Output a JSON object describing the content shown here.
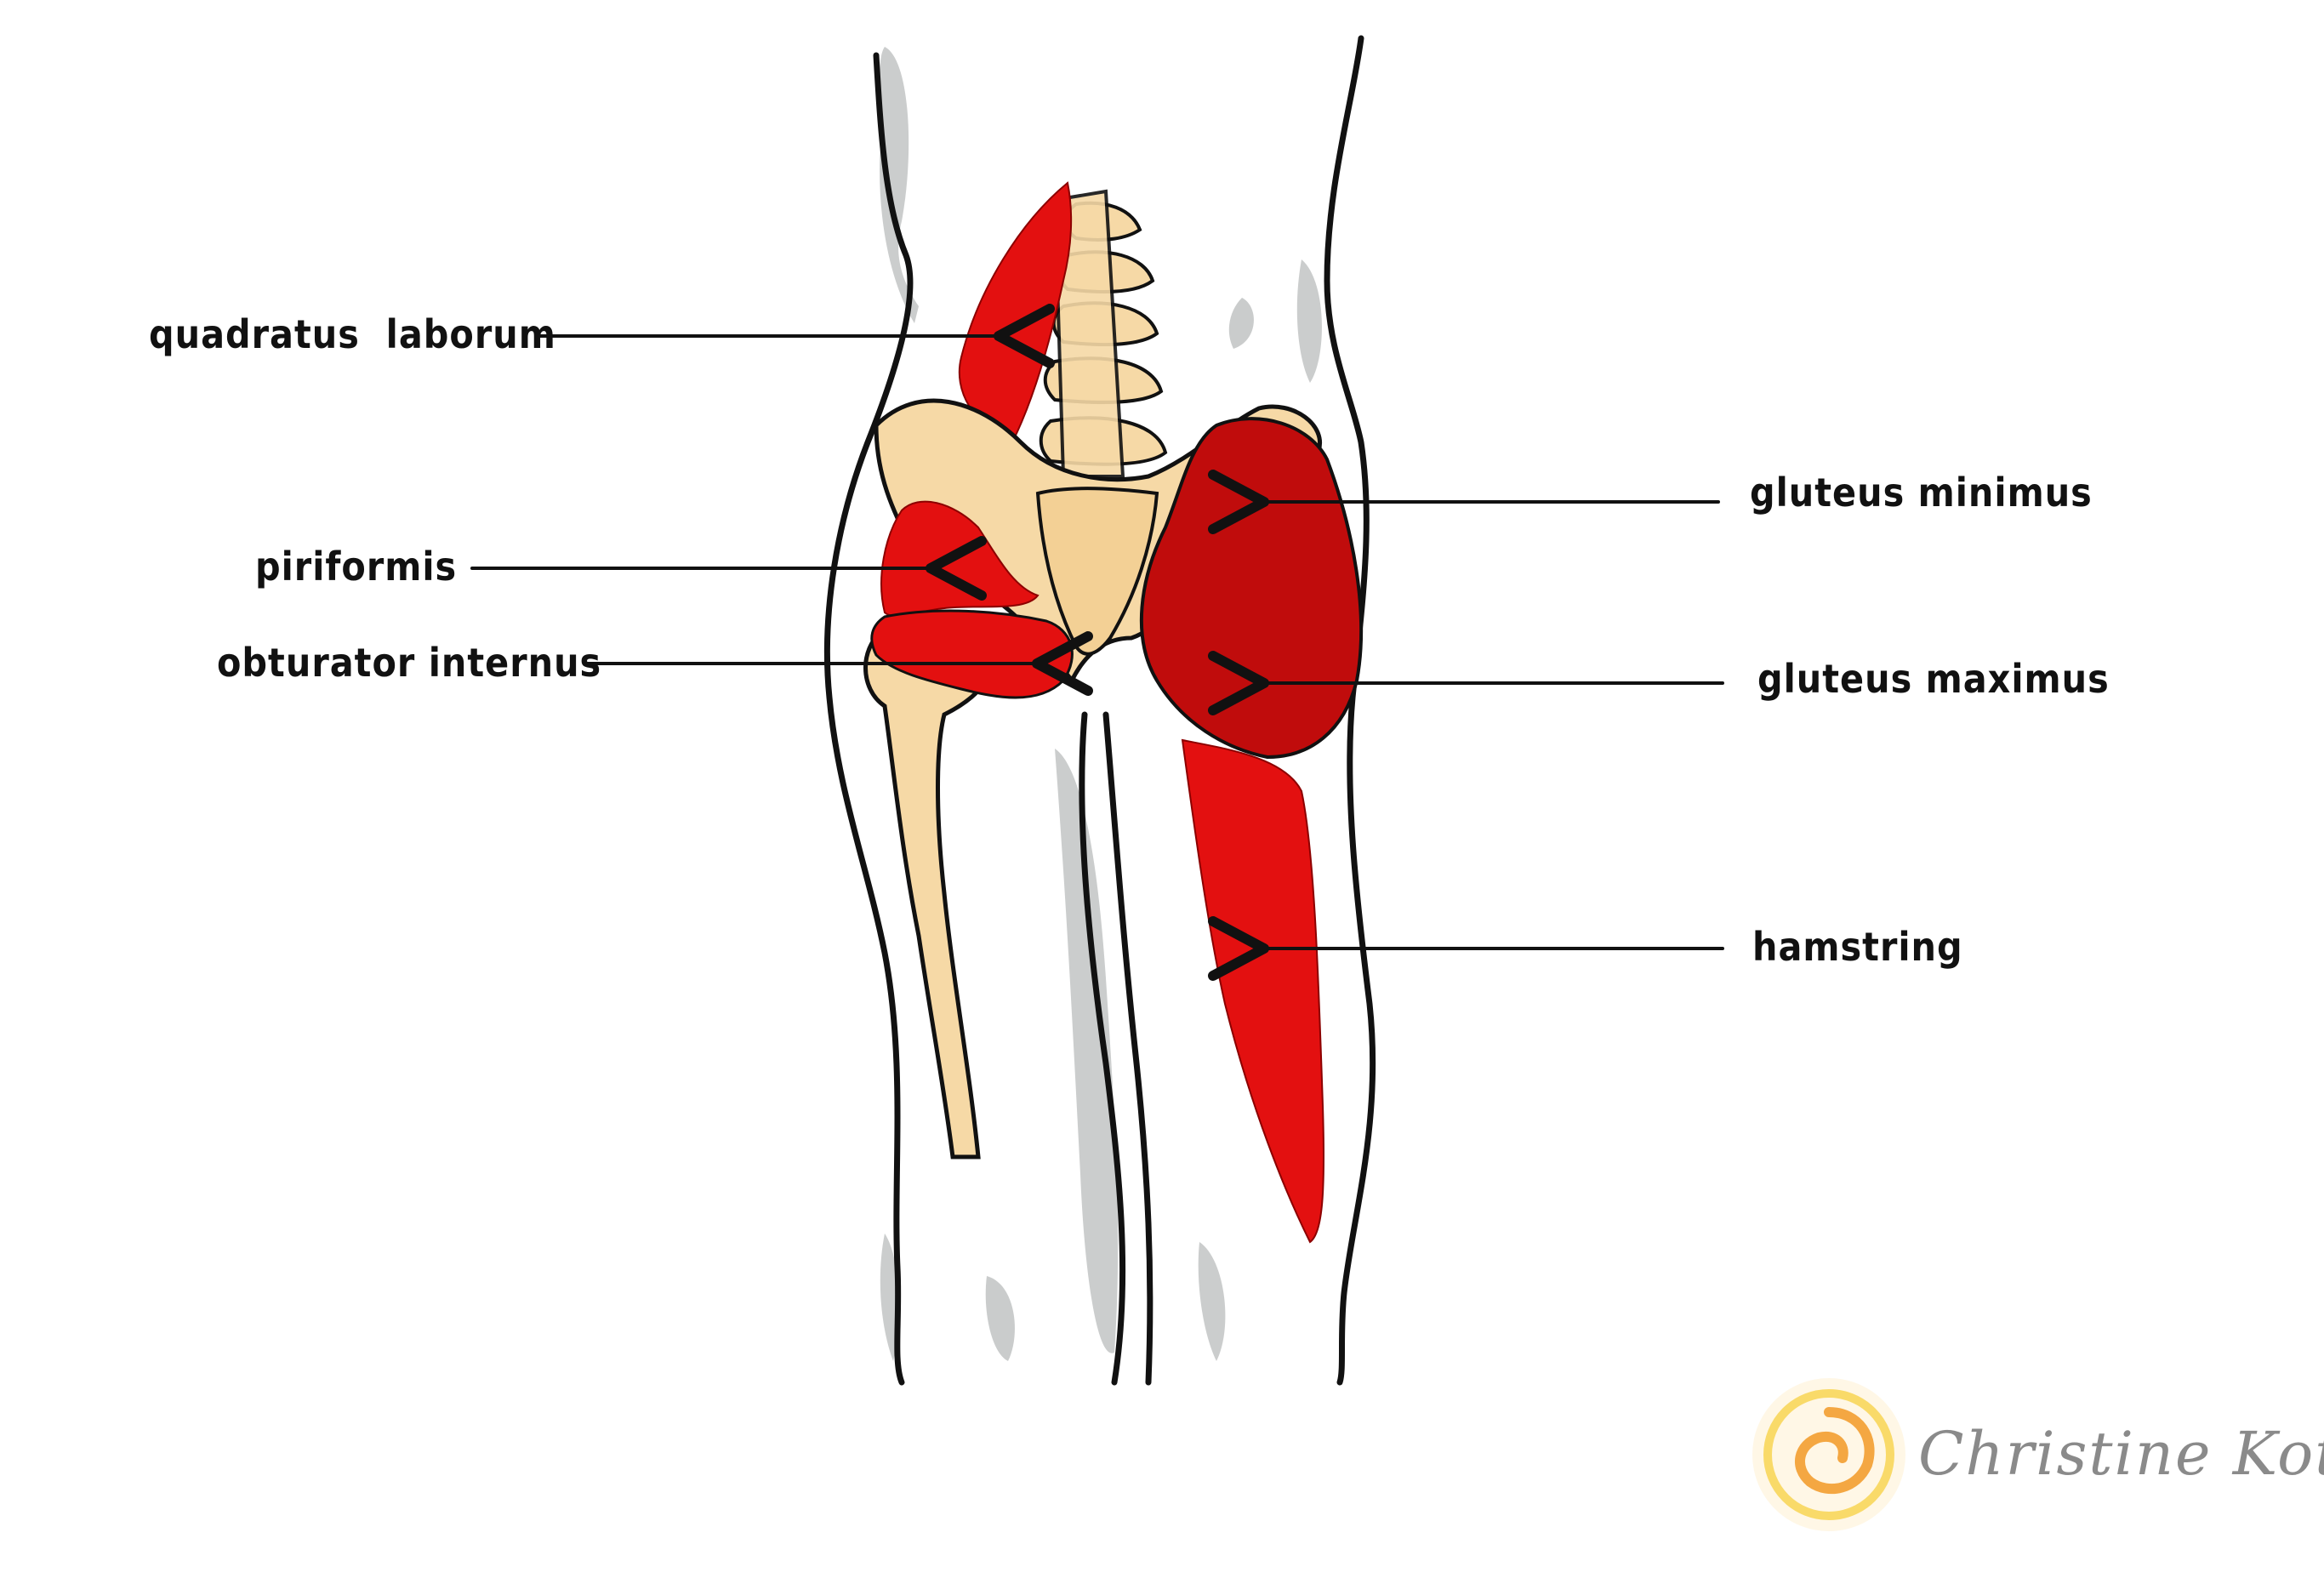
{
  "labels": {
    "quadratus_laborum": "quadratus  laborum",
    "piriformis": "piriformis",
    "obturator_internus": "obturator internus",
    "gluteus_minimus": "gluteus minimus",
    "gluteus_maximus": "gluteus maximus",
    "hamstring": "hamstring"
  },
  "watermark": {
    "text": "Christine Koth"
  },
  "colors": {
    "muscle": "#e31010",
    "muscle_dark": "#c00c0c",
    "bone": "#f6d9a6",
    "outline": "#111111",
    "shadow": "#b9bcbc",
    "watermark_text": "#8a8a8a",
    "logo_orange": "#f4a742",
    "logo_yellow": "#f7d24a"
  }
}
